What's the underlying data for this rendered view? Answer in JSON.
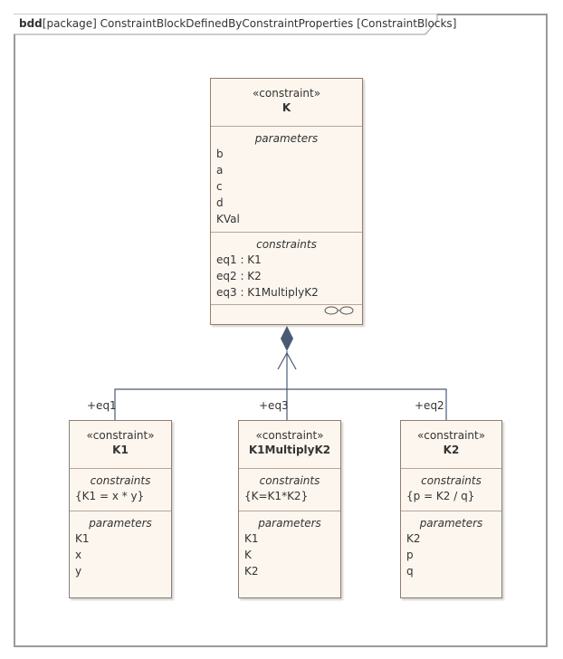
{
  "frame": {
    "kind": "bdd",
    "title": "[package] ConstraintBlockDefinedByConstraintProperties [ConstraintBlocks]"
  },
  "colors": {
    "block_fill": "#fdf6ee",
    "block_border": "#8c7f74",
    "connector": "#4a5a75"
  },
  "main": {
    "stereotype": "«constraint»",
    "name": "K",
    "parameters_title": "parameters",
    "parameters": [
      "b",
      "a",
      "c",
      "d",
      "KVal"
    ],
    "constraints_title": "constraints",
    "constraints": [
      "eq1 : K1",
      "eq2 : K2",
      "eq3 : K1MultiplyK2"
    ]
  },
  "children": [
    {
      "role": "+eq1",
      "stereotype": "«constraint»",
      "name": "K1",
      "constraints_title": "constraints",
      "constraint": "{K1 = x * y}",
      "parameters_title": "parameters",
      "parameters": [
        "K1",
        "x",
        "y"
      ]
    },
    {
      "role": "+eq3",
      "stereotype": "«constraint»",
      "name": "K1MultiplyK2",
      "constraints_title": "constraints",
      "constraint": "{K=K1*K2}",
      "parameters_title": "parameters",
      "parameters": [
        "K1",
        "K",
        "K2"
      ]
    },
    {
      "role": "+eq2",
      "stereotype": "«constraint»",
      "name": "K2",
      "constraints_title": "constraints",
      "constraint": "{p = K2 / q}",
      "parameters_title": "parameters",
      "parameters": [
        "K2",
        "p",
        "q"
      ]
    }
  ]
}
